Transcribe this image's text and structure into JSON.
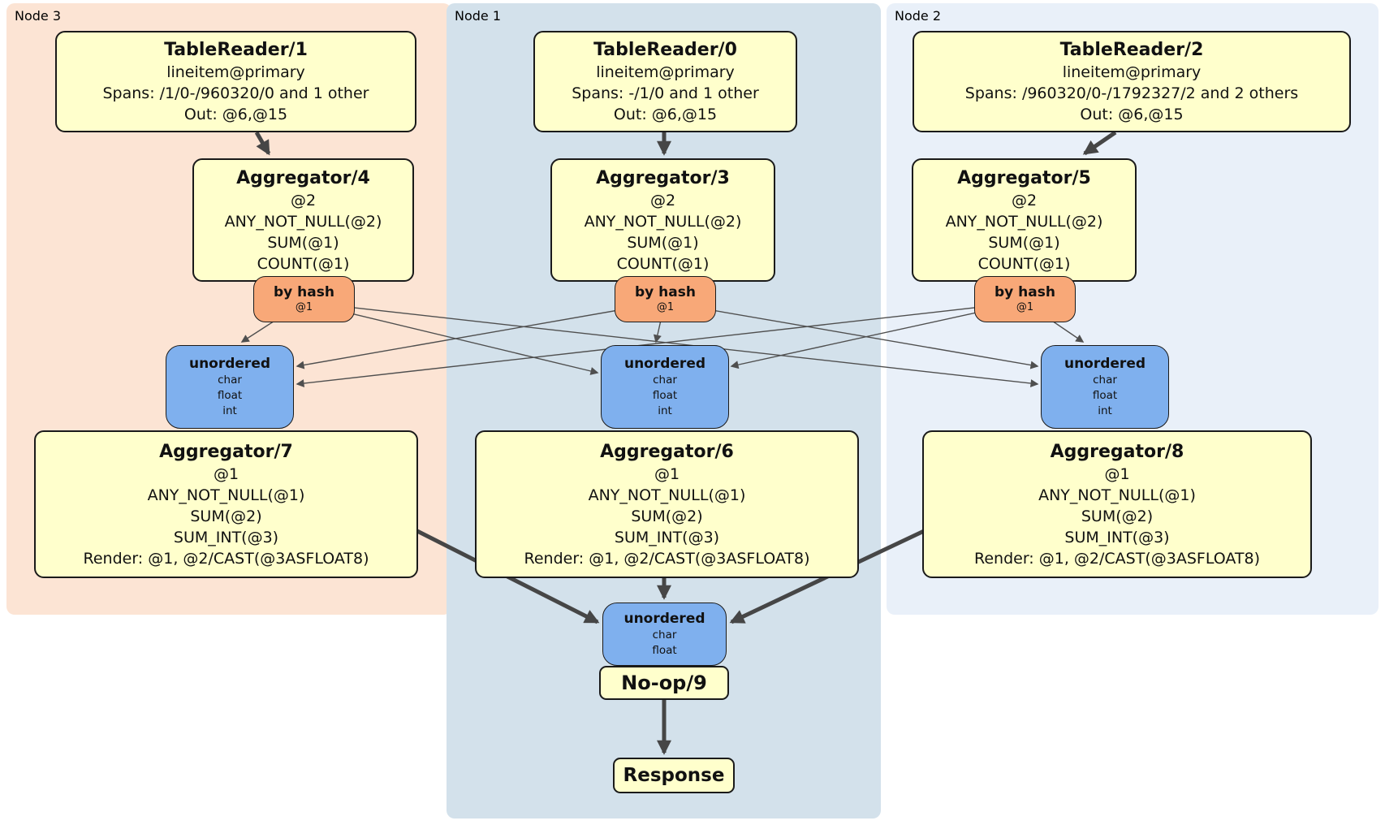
{
  "diagram": {
    "regions": {
      "node3": {
        "label": "Node 3"
      },
      "node1": {
        "label": "Node 1"
      },
      "node2": {
        "label": "Node 2"
      }
    },
    "boxes": {
      "tr1": {
        "title": "TableReader/1",
        "lines": [
          "lineitem@primary",
          "Spans: /1/0-/960320/0 and 1 other",
          "Out: @6,@15"
        ]
      },
      "tr0": {
        "title": "TableReader/0",
        "lines": [
          "lineitem@primary",
          "Spans: -/1/0 and 1 other",
          "Out: @6,@15"
        ]
      },
      "tr2": {
        "title": "TableReader/2",
        "lines": [
          "lineitem@primary",
          "Spans: /960320/0-/1792327/2 and 2 others",
          "Out: @6,@15"
        ]
      },
      "agg4": {
        "title": "Aggregator/4",
        "lines": [
          "@2",
          "ANY_NOT_NULL(@2)",
          "SUM(@1)",
          "COUNT(@1)"
        ]
      },
      "agg3": {
        "title": "Aggregator/3",
        "lines": [
          "@2",
          "ANY_NOT_NULL(@2)",
          "SUM(@1)",
          "COUNT(@1)"
        ]
      },
      "agg5": {
        "title": "Aggregator/5",
        "lines": [
          "@2",
          "ANY_NOT_NULL(@2)",
          "SUM(@1)",
          "COUNT(@1)"
        ]
      },
      "agg7": {
        "title": "Aggregator/7",
        "lines": [
          "@1",
          "ANY_NOT_NULL(@1)",
          "SUM(@2)",
          "SUM_INT(@3)",
          "Render: @1, @2/CAST(@3ASFLOAT8)"
        ]
      },
      "agg6": {
        "title": "Aggregator/6",
        "lines": [
          "@1",
          "ANY_NOT_NULL(@1)",
          "SUM(@2)",
          "SUM_INT(@3)",
          "Render: @1, @2/CAST(@3ASFLOAT8)"
        ]
      },
      "agg8": {
        "title": "Aggregator/8",
        "lines": [
          "@1",
          "ANY_NOT_NULL(@1)",
          "SUM(@2)",
          "SUM_INT(@3)",
          "Render: @1, @2/CAST(@3ASFLOAT8)"
        ]
      },
      "noop": {
        "title": "No-op/9"
      },
      "response": {
        "title": "Response"
      }
    },
    "routers": {
      "hash3": {
        "title": "by hash",
        "detail": "@1"
      },
      "hash1": {
        "title": "by hash",
        "detail": "@1"
      },
      "hash2": {
        "title": "by hash",
        "detail": "@1"
      }
    },
    "syncs": {
      "unordered3": {
        "title": "unordered",
        "types": [
          "char",
          "float",
          "int"
        ]
      },
      "unordered1": {
        "title": "unordered",
        "types": [
          "char",
          "float",
          "int"
        ]
      },
      "unordered2": {
        "title": "unordered",
        "types": [
          "char",
          "float",
          "int"
        ]
      },
      "unordered_final": {
        "title": "unordered",
        "types": [
          "char",
          "float"
        ]
      }
    },
    "colors": {
      "node3_bg": "#fce4d4",
      "node1_bg": "#d3e1eb",
      "node2_bg": "#e9f0f9",
      "processor_bg": "#ffffcc",
      "router_bg": "#f8a878",
      "sync_bg": "#7fb0ee",
      "edge": "#464646"
    }
  }
}
